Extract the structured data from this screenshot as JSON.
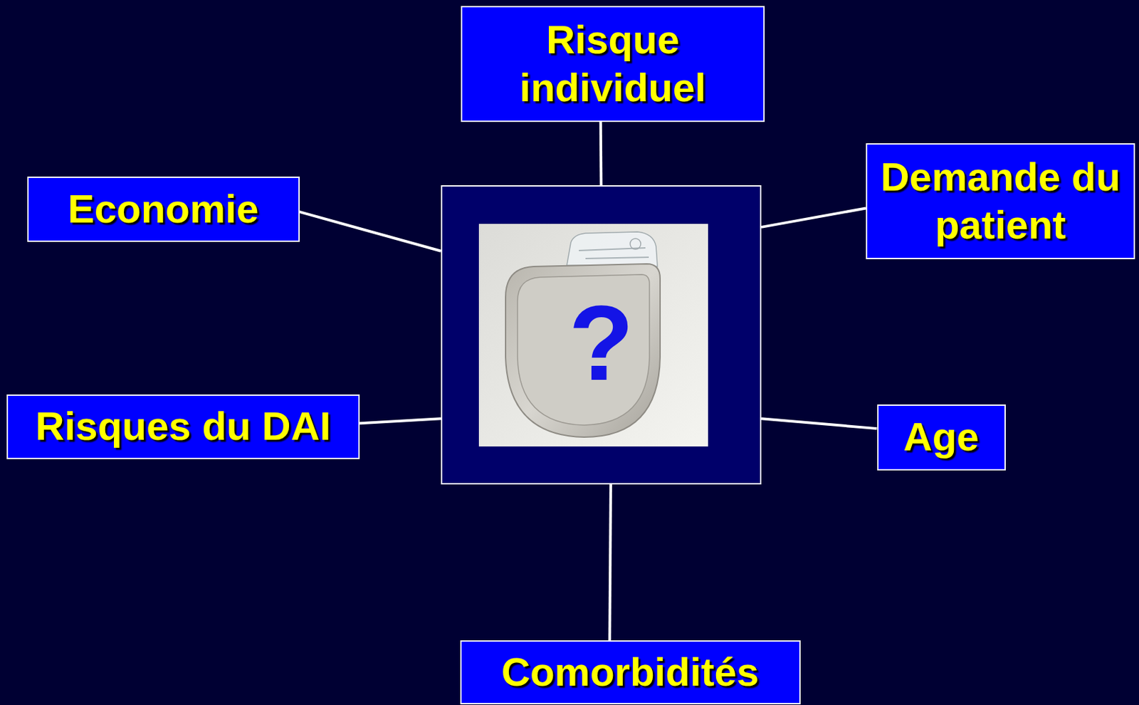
{
  "diagram": {
    "nodes": [
      {
        "text": [
          "Risque individuel"
        ]
      },
      {
        "text": [
          "Demande du patient"
        ]
      },
      {
        "text": [
          "Economie"
        ]
      },
      {
        "text": [
          "?"
        ]
      },
      {
        "text": [
          "Risques du DAI"
        ]
      },
      {
        "text": [
          "Age"
        ]
      },
      {
        "text": [
          "Comorbidités"
        ]
      }
    ],
    "edges": [
      {
        "from": 3,
        "to": 0,
        "arrow": "none"
      },
      {
        "from": 3,
        "to": 1,
        "arrow": "none"
      },
      {
        "from": 3,
        "to": 2,
        "arrow": "none"
      },
      {
        "from": 3,
        "to": 4,
        "arrow": "none"
      },
      {
        "from": 3,
        "to": 5,
        "arrow": "none"
      },
      {
        "from": 3,
        "to": 6,
        "arrow": "none"
      }
    ]
  }
}
